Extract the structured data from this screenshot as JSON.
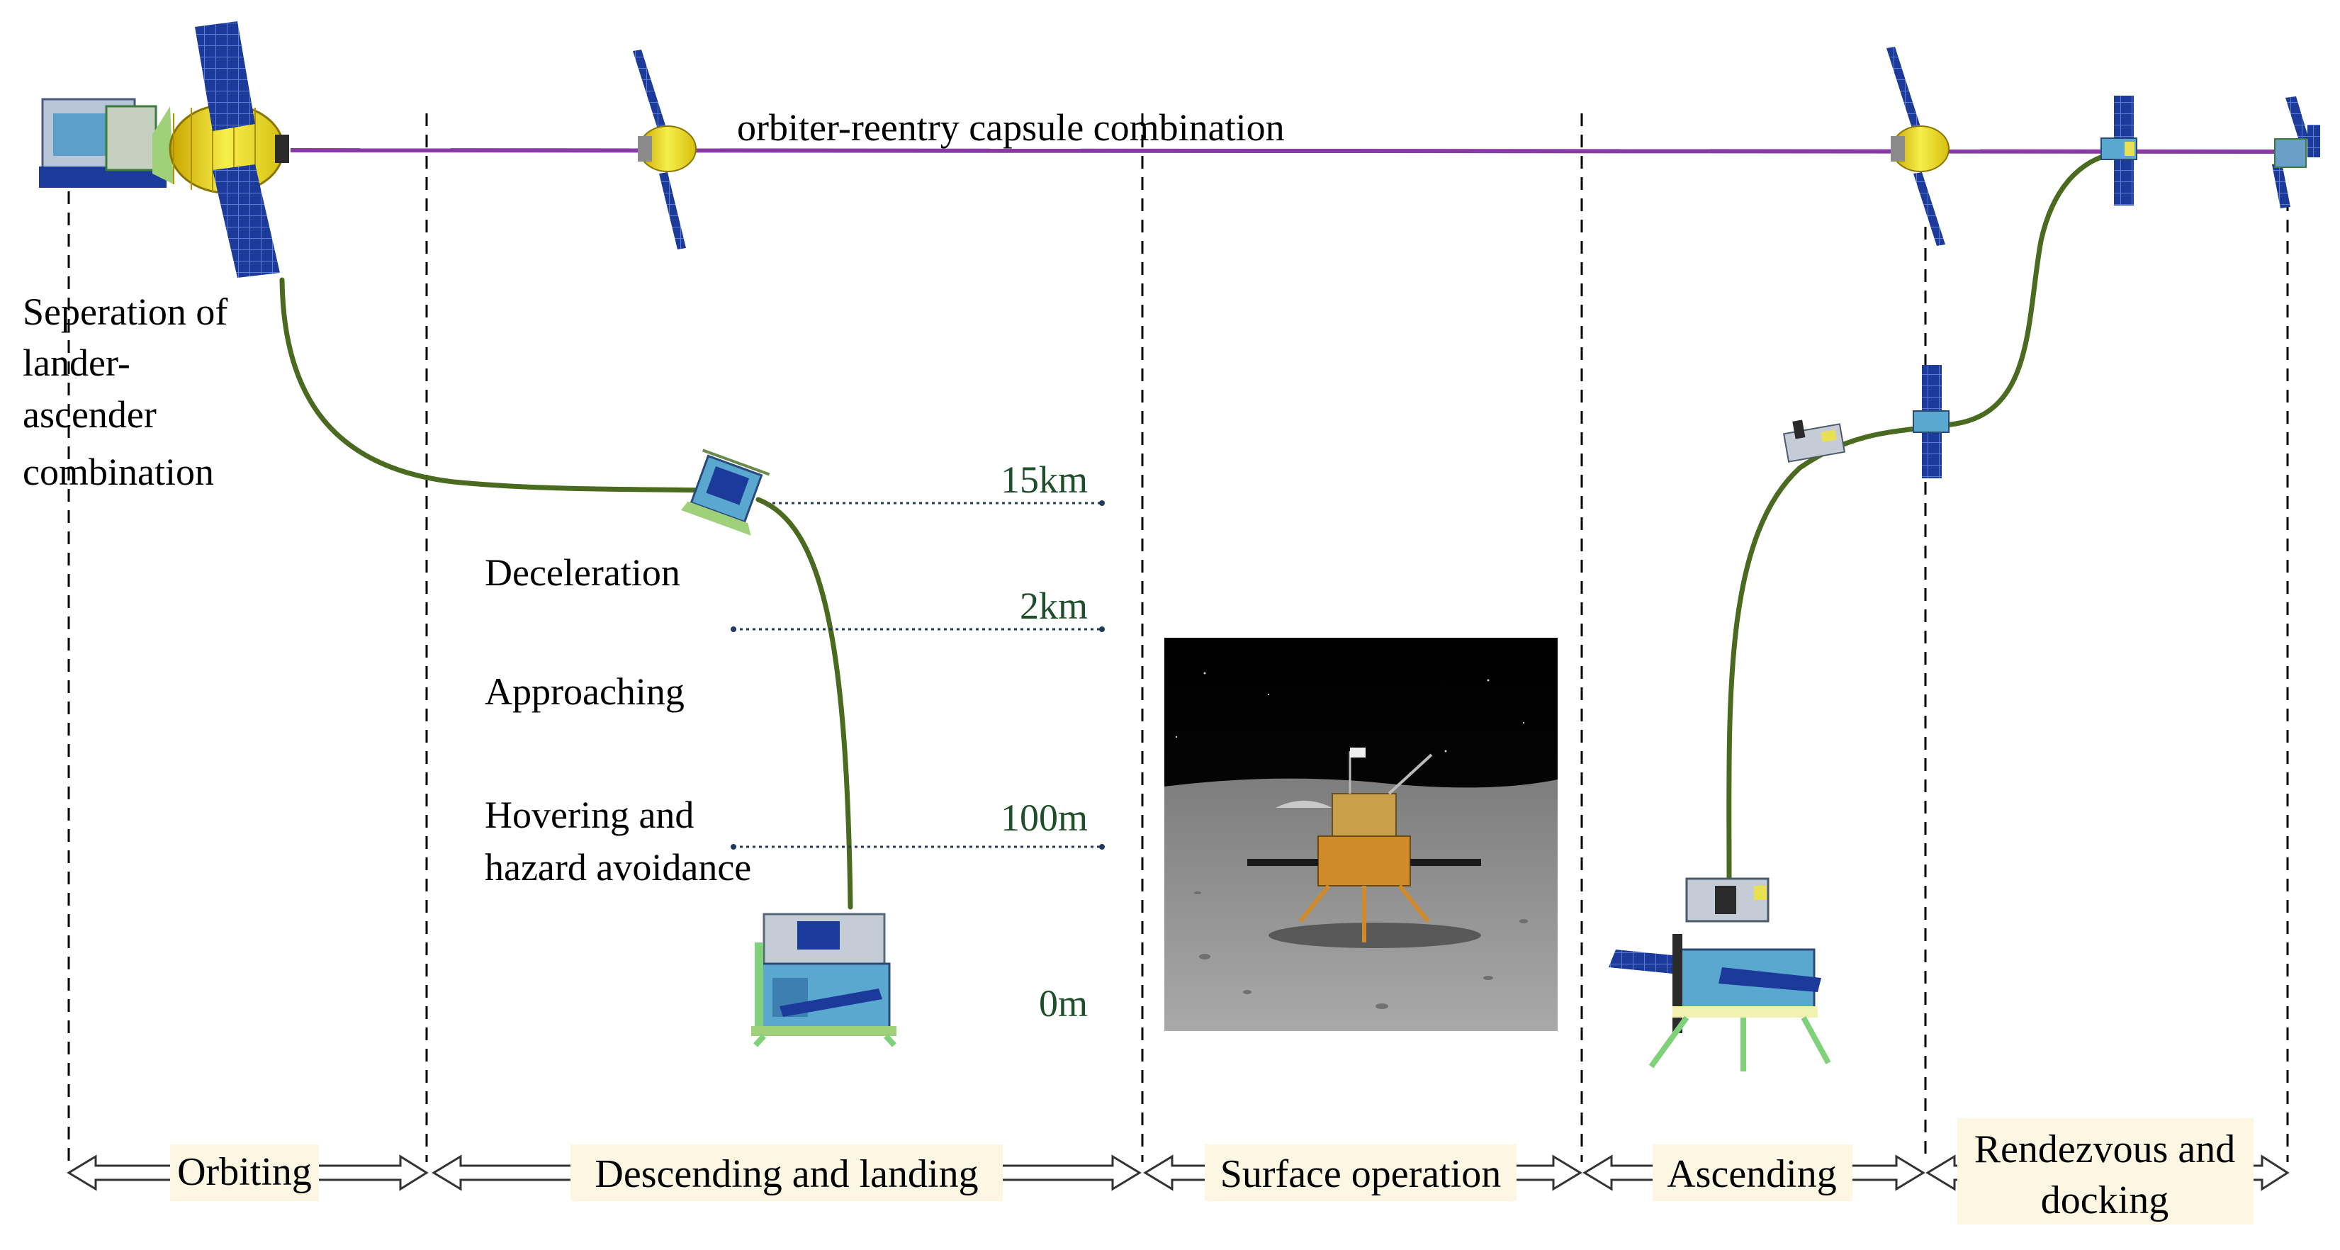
{
  "top_label": "orbiter-reentry capsule combination",
  "separation_label": [
    "Seperation of",
    "lander-",
    "ascender",
    "combination"
  ],
  "altitude_labels": [
    "15km",
    "2km",
    "100m",
    "0m"
  ],
  "descent_phases": [
    "Deceleration",
    "Approaching",
    "Hovering and",
    "hazard avoidance"
  ],
  "phases": [
    {
      "id": "orbiting",
      "lines": [
        "Orbiting"
      ]
    },
    {
      "id": "descending-landing",
      "lines": [
        "Descending and landing"
      ]
    },
    {
      "id": "surface-operation",
      "lines": [
        "Surface operation"
      ]
    },
    {
      "id": "ascending",
      "lines": [
        "Ascending"
      ]
    },
    {
      "id": "rendezvous-docking",
      "lines": [
        "Rendezvous and",
        "docking"
      ]
    }
  ],
  "colors": {
    "orbit_line": "#8a3aa6",
    "trajectory": "#4a6a1f",
    "altitude_text": "#1f4f2a",
    "altitude_dots": "#1f3a5a",
    "phase_label_bg": "#fdf6e3",
    "panel_blue": "#1b3a9a",
    "capsule_yellow": "#f2e93a"
  }
}
